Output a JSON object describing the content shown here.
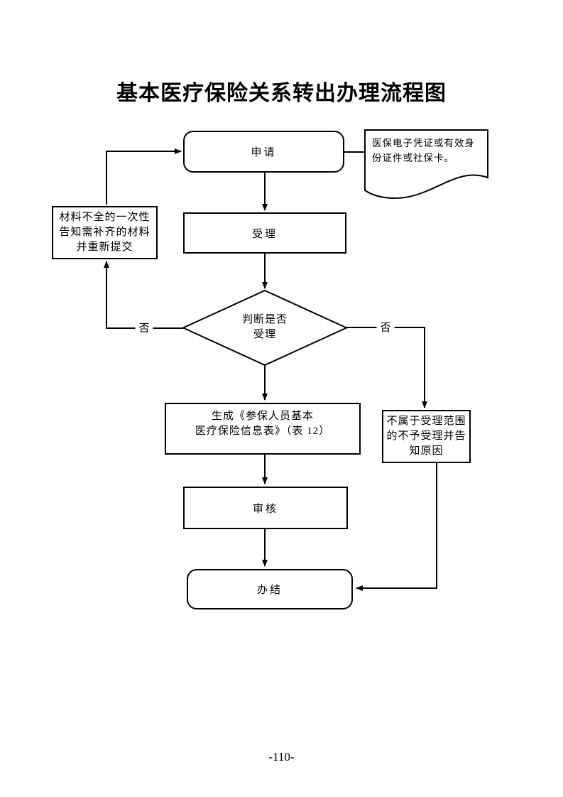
{
  "page": {
    "title": "基本医疗保险关系转出办理流程图",
    "page_number": "-110-"
  },
  "colors": {
    "ink": "#000000",
    "background": "#ffffff"
  },
  "flowchart": {
    "nodes": {
      "apply": {
        "type": "rounded-rectangle",
        "label": "申请"
      },
      "attachment": {
        "type": "document",
        "label": "医保电子凭证或有效身份证件或社保卡。",
        "lines": [
          "医保电子凭证或有效身",
          "份证件或社保卡。"
        ]
      },
      "materials": {
        "type": "rectangle",
        "label": "材料不全的一次性告知需补齐的材料并重新提交",
        "lines": [
          "材料不全的一次性",
          "告知需补齐的材料",
          "并重新提交"
        ]
      },
      "accept": {
        "type": "rectangle",
        "label": "受理"
      },
      "decision": {
        "type": "diamond",
        "label": "判断是否受理",
        "lines": [
          "判断是否",
          "受理"
        ]
      },
      "generate": {
        "type": "rectangle",
        "label": "生成《参保人员基本医疗保险信息表》（表 12）",
        "lines": [
          "生成《参保人员基本",
          "医疗保险信息表》（表 12）"
        ]
      },
      "reject": {
        "type": "rectangle",
        "label": "不属于受理范围的不予受理并告知原因",
        "lines": [
          "不属于受理范围",
          "的不予受理并告",
          "知原因"
        ]
      },
      "review": {
        "type": "rectangle",
        "label": "审核"
      },
      "complete": {
        "type": "rounded-rectangle",
        "label": "办结"
      }
    },
    "edge_labels": {
      "no_left": "否",
      "no_right": "否"
    }
  }
}
